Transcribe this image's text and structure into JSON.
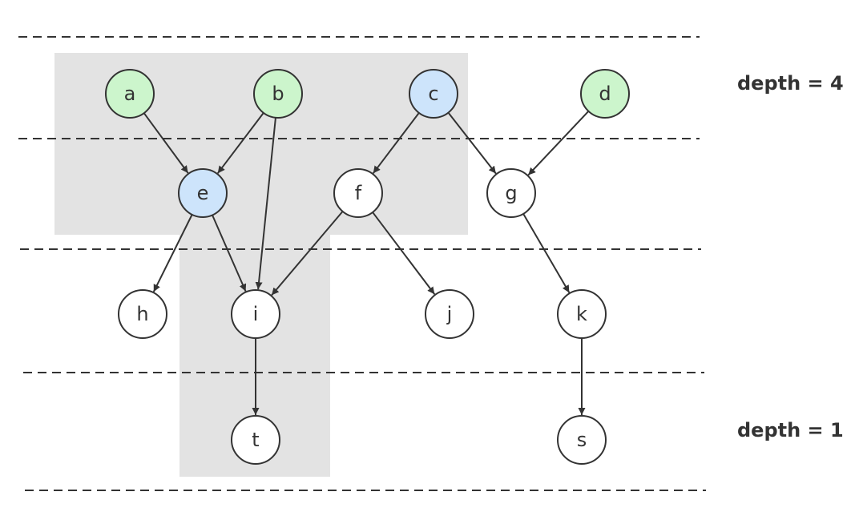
{
  "title": "",
  "depth_labels": {
    "top": "depth = 4",
    "bottom": "depth = 1"
  },
  "colors": {
    "green": "#ccf5cc",
    "blue": "#cde4fb",
    "white": "#ffffff",
    "stroke": "#333333",
    "highlight": "#e3e3e3"
  },
  "nodes": [
    {
      "id": "a",
      "label": "a",
      "level": 4,
      "fill": "green"
    },
    {
      "id": "b",
      "label": "b",
      "level": 4,
      "fill": "green"
    },
    {
      "id": "c",
      "label": "c",
      "level": 4,
      "fill": "blue"
    },
    {
      "id": "d",
      "label": "d",
      "level": 4,
      "fill": "green"
    },
    {
      "id": "e",
      "label": "e",
      "level": 3,
      "fill": "blue"
    },
    {
      "id": "f",
      "label": "f",
      "level": 3,
      "fill": "white"
    },
    {
      "id": "g",
      "label": "g",
      "level": 3,
      "fill": "white"
    },
    {
      "id": "h",
      "label": "h",
      "level": 2,
      "fill": "white"
    },
    {
      "id": "i",
      "label": "i",
      "level": 2,
      "fill": "white"
    },
    {
      "id": "j",
      "label": "j",
      "level": 2,
      "fill": "white"
    },
    {
      "id": "k",
      "label": "k",
      "level": 2,
      "fill": "white"
    },
    {
      "id": "t",
      "label": "t",
      "level": 1,
      "fill": "white"
    },
    {
      "id": "s",
      "label": "s",
      "level": 1,
      "fill": "white"
    }
  ],
  "edges": [
    {
      "from": "a",
      "to": "e"
    },
    {
      "from": "b",
      "to": "e"
    },
    {
      "from": "b",
      "to": "i"
    },
    {
      "from": "c",
      "to": "f"
    },
    {
      "from": "c",
      "to": "g"
    },
    {
      "from": "d",
      "to": "g"
    },
    {
      "from": "e",
      "to": "h"
    },
    {
      "from": "e",
      "to": "i"
    },
    {
      "from": "f",
      "to": "i"
    },
    {
      "from": "f",
      "to": "j"
    },
    {
      "from": "g",
      "to": "k"
    },
    {
      "from": "i",
      "to": "t"
    },
    {
      "from": "k",
      "to": "s"
    }
  ],
  "highlight_groups": [
    {
      "name": "upper-region",
      "nodes": [
        "a",
        "b",
        "c",
        "e",
        "f"
      ]
    },
    {
      "name": "lower-region",
      "nodes": [
        "i",
        "t"
      ]
    }
  ]
}
